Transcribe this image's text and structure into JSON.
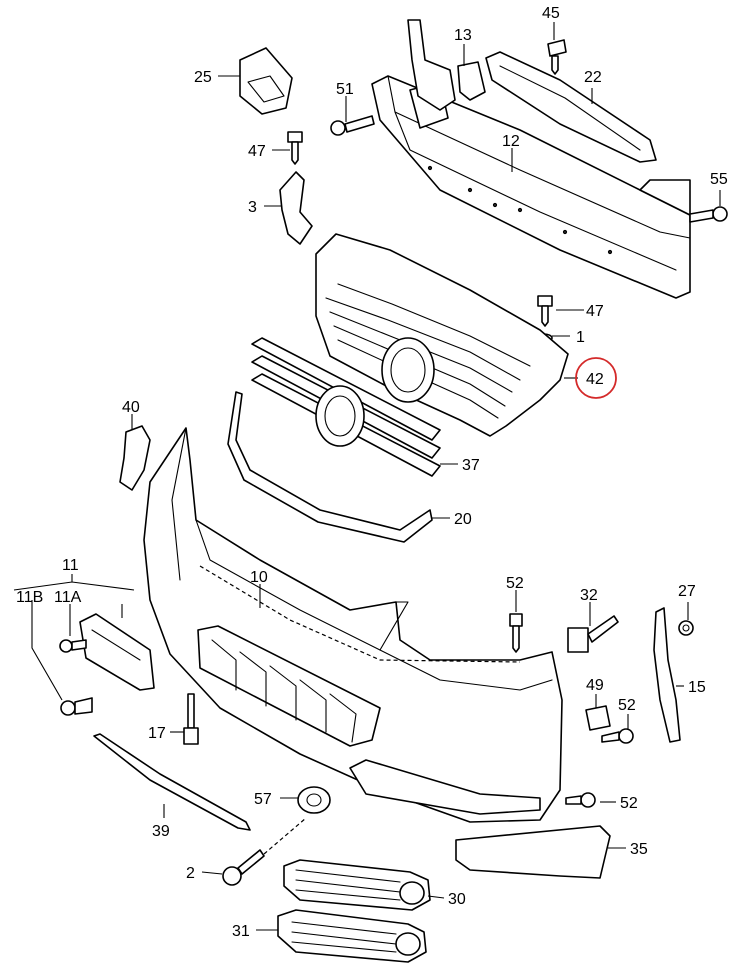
{
  "callouts": {
    "c1": "1",
    "c2": "2",
    "c3": "3",
    "c10": "10",
    "c11": "11",
    "c11a": "11A",
    "c11b": "11B",
    "c12": "12",
    "c13": "13",
    "c15": "15",
    "c17": "17",
    "c20": "20",
    "c22": "22",
    "c25": "25",
    "c27": "27",
    "c30": "30",
    "c31": "31",
    "c32": "32",
    "c35": "35",
    "c37": "37",
    "c39": "39",
    "c40": "40",
    "c42": "42",
    "c45": "45",
    "c47a": "47",
    "c47b": "47",
    "c49": "49",
    "c51": "51",
    "c52a": "52",
    "c52b": "52",
    "c52c": "52",
    "c55": "55",
    "c57": "57"
  },
  "highlight_part": "42",
  "colors": {
    "line": "#000000",
    "highlight": "#d42a2a",
    "background": "#ffffff"
  }
}
